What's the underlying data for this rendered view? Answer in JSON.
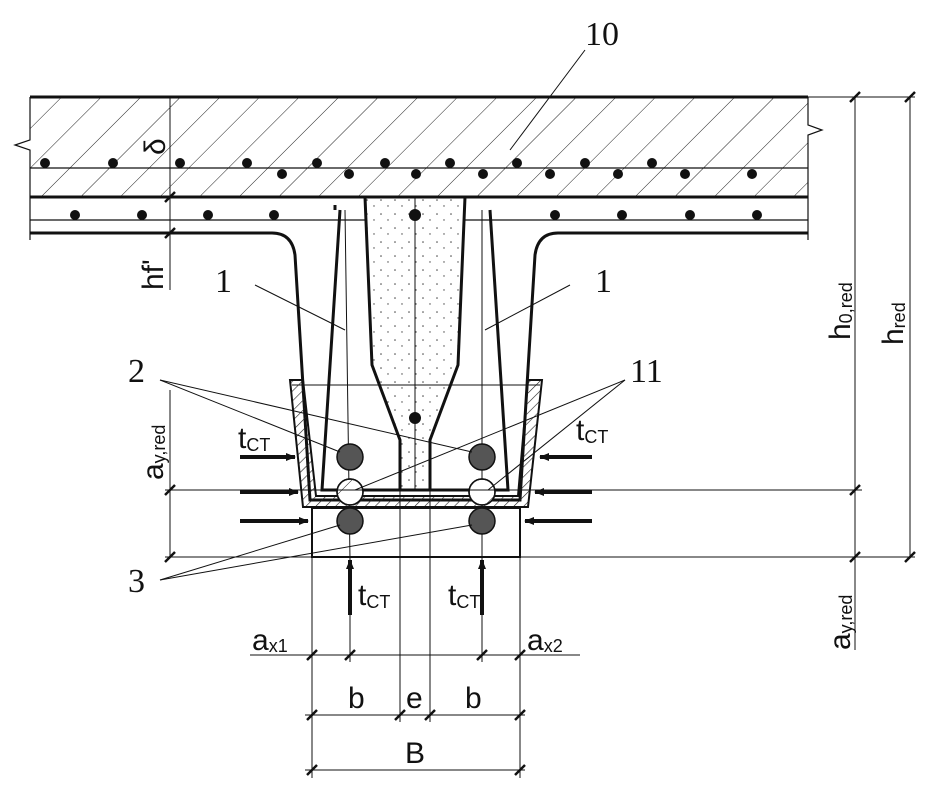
{
  "labels": {
    "callout_10": "10",
    "callout_1_left": "1",
    "callout_1_right": "1",
    "callout_2": "2",
    "callout_11": "11",
    "callout_3": "3",
    "delta": "δ"
  },
  "dimensions": {
    "hf": "hf'",
    "ay_red_left": {
      "main": "a",
      "sub": "y,red"
    },
    "ay_red_right": {
      "main": "a",
      "sub": "y,red"
    },
    "h0_red": {
      "main": "h",
      "sub": "0,red"
    },
    "h_red": {
      "main": "h",
      "sub": "red"
    },
    "ax1": {
      "main": "a",
      "sub": "x1"
    },
    "ax2": {
      "main": "a",
      "sub": "x2"
    },
    "b_left": "b",
    "e": "e",
    "b_right": "b",
    "B": "B"
  },
  "forces": {
    "tct_left": {
      "main": "t",
      "sub": "CT"
    },
    "tct_right": {
      "main": "t",
      "sub": "CT"
    },
    "tct_bottom_left": {
      "main": "t",
      "sub": "CT"
    },
    "tct_bottom_right": {
      "main": "t",
      "sub": "CT"
    }
  }
}
